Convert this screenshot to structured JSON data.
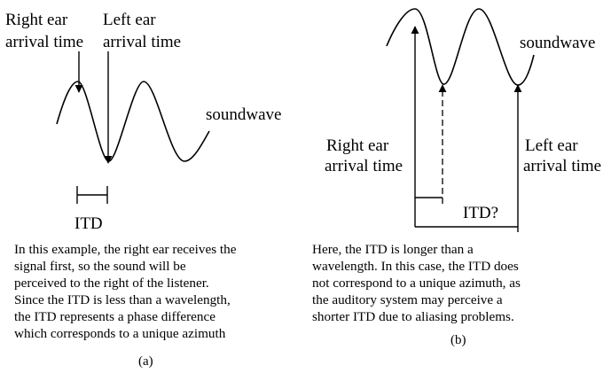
{
  "panel_a": {
    "right_arrival_label": [
      "Right ear",
      "arrival time"
    ],
    "left_arrival_label": [
      "Left ear",
      "arrival time"
    ],
    "wave_label": "soundwave",
    "itd_label": "ITD",
    "description": [
      "In this example, the right ear receives the",
      "signal first, so the sound will be",
      "perceived to the right of the listener.",
      "Since the ITD is less than a wavelength,",
      "the ITD represents a phase difference",
      "which corresponds to a unique azimuth"
    ],
    "caption": "(a)"
  },
  "panel_b": {
    "wave_label": "soundwave",
    "right_arrival_label": [
      "Right ear",
      "arrival time"
    ],
    "left_arrival_label": [
      "Left ear",
      "arrival time"
    ],
    "itd_label": "ITD?",
    "description": [
      "Here, the ITD is longer than a",
      "wavelength. In this case, the ITD does",
      "not correspond to a unique azimuth, as",
      "the auditory system may perceive a",
      "shorter ITD due to aliasing problems."
    ],
    "caption": "(b)"
  }
}
